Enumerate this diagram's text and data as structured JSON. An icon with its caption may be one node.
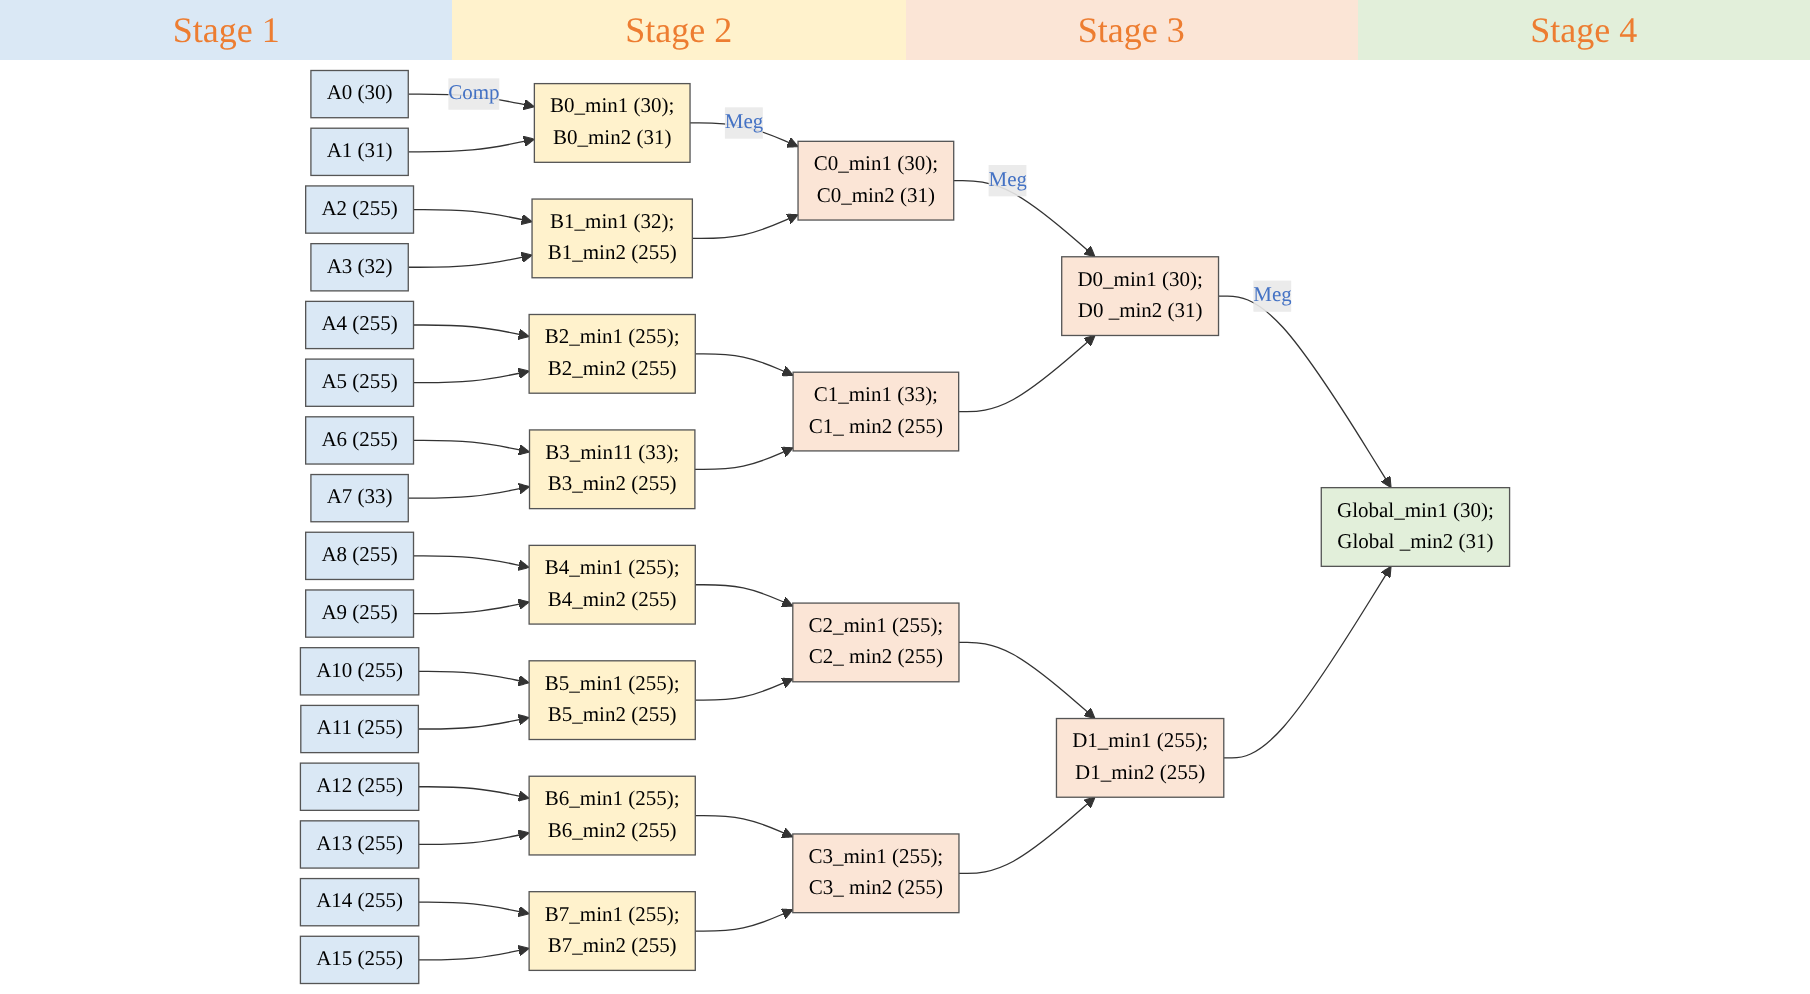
{
  "diagram": {
    "nodes": [
      {
        "text": [
          "A0 (30)"
        ]
      },
      {
        "text": [
          "A1 (31)"
        ]
      },
      {
        "text": [
          "A2 (255)"
        ]
      },
      {
        "text": [
          "A3 (32)"
        ]
      },
      {
        "text": [
          "A4 (255)"
        ]
      },
      {
        "text": [
          "A5 (255)"
        ]
      },
      {
        "text": [
          "A6 (255)"
        ]
      },
      {
        "text": [
          "A7 (33)"
        ]
      },
      {
        "text": [
          "A8 (255)"
        ]
      },
      {
        "text": [
          "A9 (255)"
        ]
      },
      {
        "text": [
          "A10 (255)"
        ]
      },
      {
        "text": [
          "A11 (255)"
        ]
      },
      {
        "text": [
          "A12 (255)"
        ]
      },
      {
        "text": [
          "A13 (255)"
        ]
      },
      {
        "text": [
          "A14 (255)"
        ]
      },
      {
        "text": [
          "A15 (255)"
        ]
      },
      {
        "text": [
          "B0_min1 (30);",
          "B0_min2 (31)"
        ]
      },
      {
        "text": [
          "B1_min1 (32);",
          "B1_min2 (255)"
        ]
      },
      {
        "text": [
          "B2_min1 (255);",
          "B2_min2 (255)"
        ]
      },
      {
        "text": [
          "B3_min11 (33);",
          "B3_min2 (255)"
        ]
      },
      {
        "text": [
          "B4_min1 (255);",
          "B4_min2 (255)"
        ]
      },
      {
        "text": [
          "B5_min1 (255);",
          "B5_min2 (255)"
        ]
      },
      {
        "text": [
          "B6_min1 (255);",
          "B6_min2 (255)"
        ]
      },
      {
        "text": [
          "B7_min1 (255);",
          "B7_min2 (255)"
        ]
      },
      {
        "text": [
          "C0_min1 (30);",
          "C0_min2 (31)"
        ]
      },
      {
        "text": [
          "C1_min1 (33);",
          "C1_ min2 (255)"
        ]
      },
      {
        "text": [
          "C2_min1 (255);",
          "C2_ min2 (255)"
        ]
      },
      {
        "text": [
          "C3_min1 (255);",
          "C3_ min2 (255)"
        ]
      },
      {
        "text": [
          "D0_min1 (30);",
          "D0 _min2 (31)"
        ]
      },
      {
        "text": [
          "D1_min1 (255);",
          "D1_min2 (255)"
        ]
      },
      {
        "text": [
          "Global_min1 (30);",
          "Global _min2 (31)"
        ]
      }
    ],
    "edges": [
      {
        "from": 0,
        "to": 16,
        "arrow": "to",
        "label": "Comp"
      },
      {
        "from": 1,
        "to": 16,
        "arrow": "to"
      },
      {
        "from": 2,
        "to": 17,
        "arrow": "to"
      },
      {
        "from": 3,
        "to": 17,
        "arrow": "to"
      },
      {
        "from": 4,
        "to": 18,
        "arrow": "to"
      },
      {
        "from": 5,
        "to": 18,
        "arrow": "to"
      },
      {
        "from": 6,
        "to": 19,
        "arrow": "to"
      },
      {
        "from": 7,
        "to": 19,
        "arrow": "to"
      },
      {
        "from": 8,
        "to": 20,
        "arrow": "to"
      },
      {
        "from": 9,
        "to": 20,
        "arrow": "to"
      },
      {
        "from": 10,
        "to": 21,
        "arrow": "to"
      },
      {
        "from": 11,
        "to": 21,
        "arrow": "to"
      },
      {
        "from": 12,
        "to": 22,
        "arrow": "to"
      },
      {
        "from": 13,
        "to": 22,
        "arrow": "to"
      },
      {
        "from": 14,
        "to": 23,
        "arrow": "to"
      },
      {
        "from": 15,
        "to": 23,
        "arrow": "to"
      },
      {
        "from": 16,
        "to": 24,
        "arrow": "to",
        "label": "Meg"
      },
      {
        "from": 17,
        "to": 24,
        "arrow": "to"
      },
      {
        "from": 18,
        "to": 25,
        "arrow": "to"
      },
      {
        "from": 19,
        "to": 25,
        "arrow": "to"
      },
      {
        "from": 20,
        "to": 26,
        "arrow": "to"
      },
      {
        "from": 21,
        "to": 26,
        "arrow": "to"
      },
      {
        "from": 22,
        "to": 27,
        "arrow": "to"
      },
      {
        "from": 23,
        "to": 27,
        "arrow": "to"
      },
      {
        "from": 24,
        "to": 28,
        "arrow": "to",
        "label": "Meg"
      },
      {
        "from": 25,
        "to": 28,
        "arrow": "to"
      },
      {
        "from": 26,
        "to": 29,
        "arrow": "to"
      },
      {
        "from": 27,
        "to": 29,
        "arrow": "to"
      },
      {
        "from": 28,
        "to": 30,
        "arrow": "to",
        "label": "Meg"
      },
      {
        "from": 29,
        "to": 30,
        "arrow": "to"
      }
    ],
    "labels": [
      "Stage 1",
      "Stage 2",
      "Stage 3",
      "Stage 4"
    ]
  }
}
